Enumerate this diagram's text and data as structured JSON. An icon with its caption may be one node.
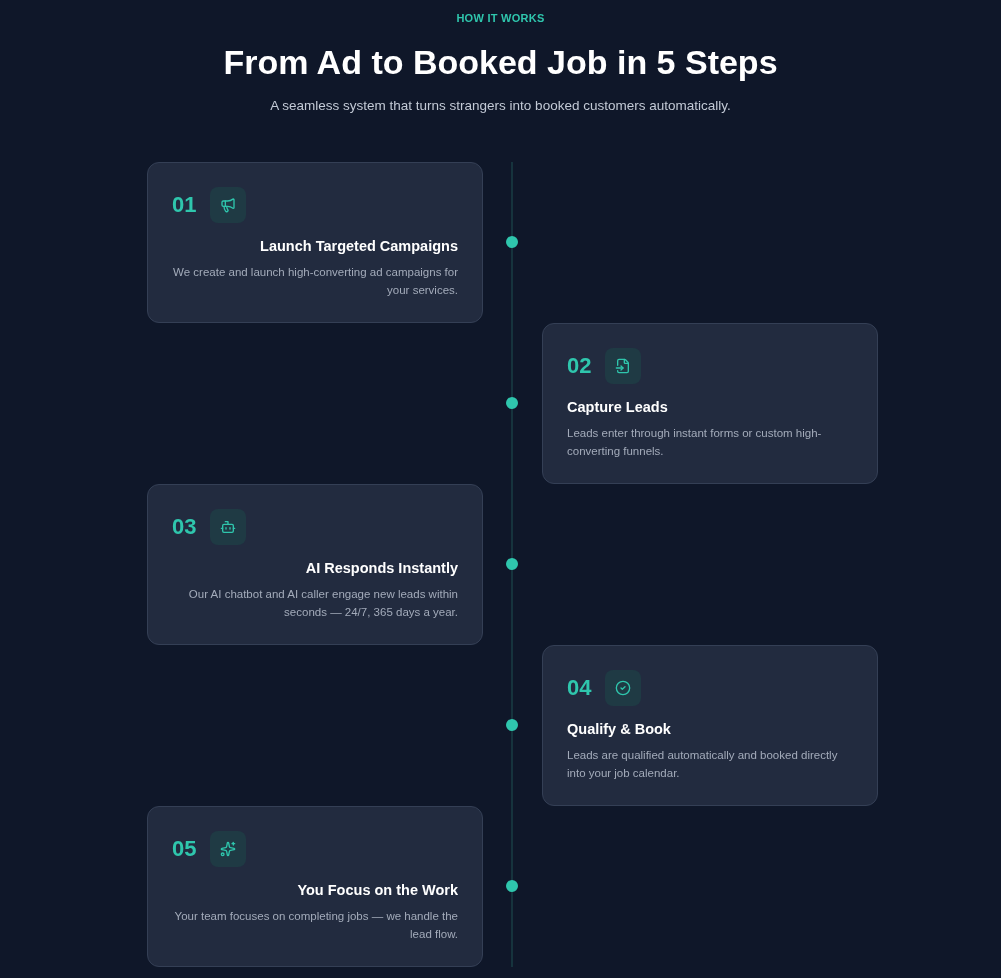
{
  "diagram": {
    "title": "From Ad to Booked Job in 5 Steps",
    "nodes": [
      {
        "text": [
          "01",
          "Launch Targeted Campaigns",
          "We create and launch high-converting ad campaigns for your services."
        ]
      },
      {
        "text": [
          "02",
          "Capture Leads",
          "Leads enter through instant forms or custom high-converting funnels."
        ]
      },
      {
        "text": [
          "03",
          "AI Responds Instantly",
          "Our AI chatbot and AI caller engage new leads within seconds — 24/7, 365 days a year."
        ]
      },
      {
        "text": [
          "04",
          "Qualify & Book",
          "Leads are qualified automatically and booked directly into your job calendar."
        ]
      },
      {
        "text": [
          "05",
          "You Focus on the Work",
          "Your team focuses on completing jobs — we handle the lead flow."
        ]
      }
    ],
    "labels": [
      "HOW IT WORKS",
      "A seamless system that turns strangers into booked customers automatically."
    ]
  }
}
